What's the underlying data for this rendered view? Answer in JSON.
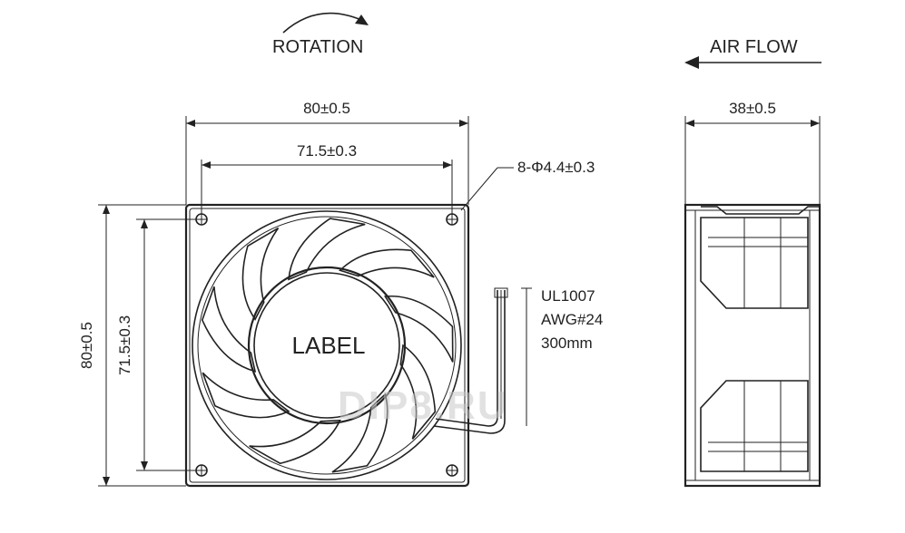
{
  "labels": {
    "rotation": "ROTATION",
    "air_flow": "AIR FLOW",
    "width_overall": "80±0.5",
    "width_holes": "71.5±0.3",
    "height_overall": "80±0.5",
    "height_holes": "71.5±0.3",
    "depth": "38±0.5",
    "mounting_holes": "8-Φ4.4±0.3",
    "hub_label": "LABEL",
    "wire_spec": [
      "UL1007",
      "AWG#24",
      "300mm"
    ],
    "watermark": "DIP8.RU"
  },
  "colors": {
    "ink": "#222222",
    "watermark": "#c9c9c9"
  }
}
